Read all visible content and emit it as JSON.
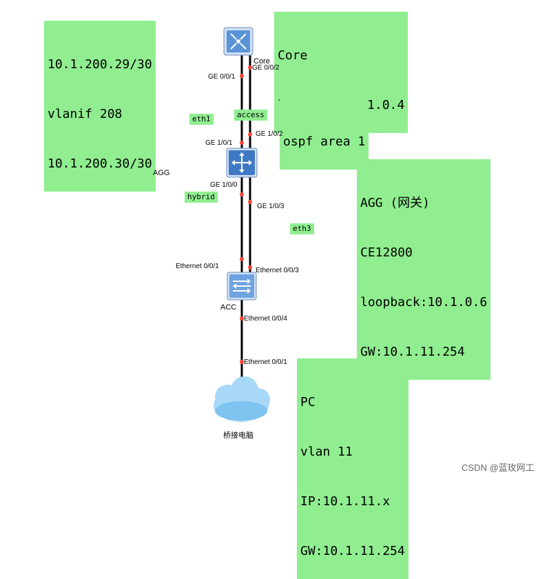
{
  "notes": {
    "vlanif": [
      "10.1.200.29/30",
      "vlanif 208",
      "10.1.200.30/30"
    ],
    "core": [
      "Core",
      "loopback:10.1.0.4"
    ],
    "ospf": [
      "ospf area 1"
    ],
    "agg": [
      "AGG (网关)",
      "CE12800",
      "loopback:10.1.0.6",
      "GW:10.1.11.254"
    ],
    "pc": [
      "PC",
      "vlan 11",
      "IP:10.1.11.x",
      "GW:10.1.11.254"
    ]
  },
  "tags": {
    "eth1": "eth1",
    "access": "access",
    "hybrid": "hybrid",
    "eth3": "eth3"
  },
  "devices": {
    "core": "Core",
    "agg": "AGG",
    "acc": "ACC",
    "cloud": "桥接电脑"
  },
  "ports": {
    "core_ge001": "GE 0/0/1",
    "core_ge002": "GE 0/0/2",
    "agg_ge101": "GE 1/0/1",
    "agg_ge102": "GE 1/0/2",
    "agg_ge100": "GE 1/0/0",
    "agg_ge103": "GE 1/0/3",
    "acc_eth001": "Ethernet 0/0/1",
    "acc_eth003": "Ethernet 0/0/3",
    "acc_eth004": "Ethernet 0/0/4",
    "cloud_eth001": "Ethernet 0/0/1"
  },
  "watermark": "CSDN @蓝玫网工",
  "colors": {
    "note_bg": "#90ee90",
    "port_dot": "#ff4433",
    "link": "#000000",
    "device_blue": "#3a78c2"
  }
}
